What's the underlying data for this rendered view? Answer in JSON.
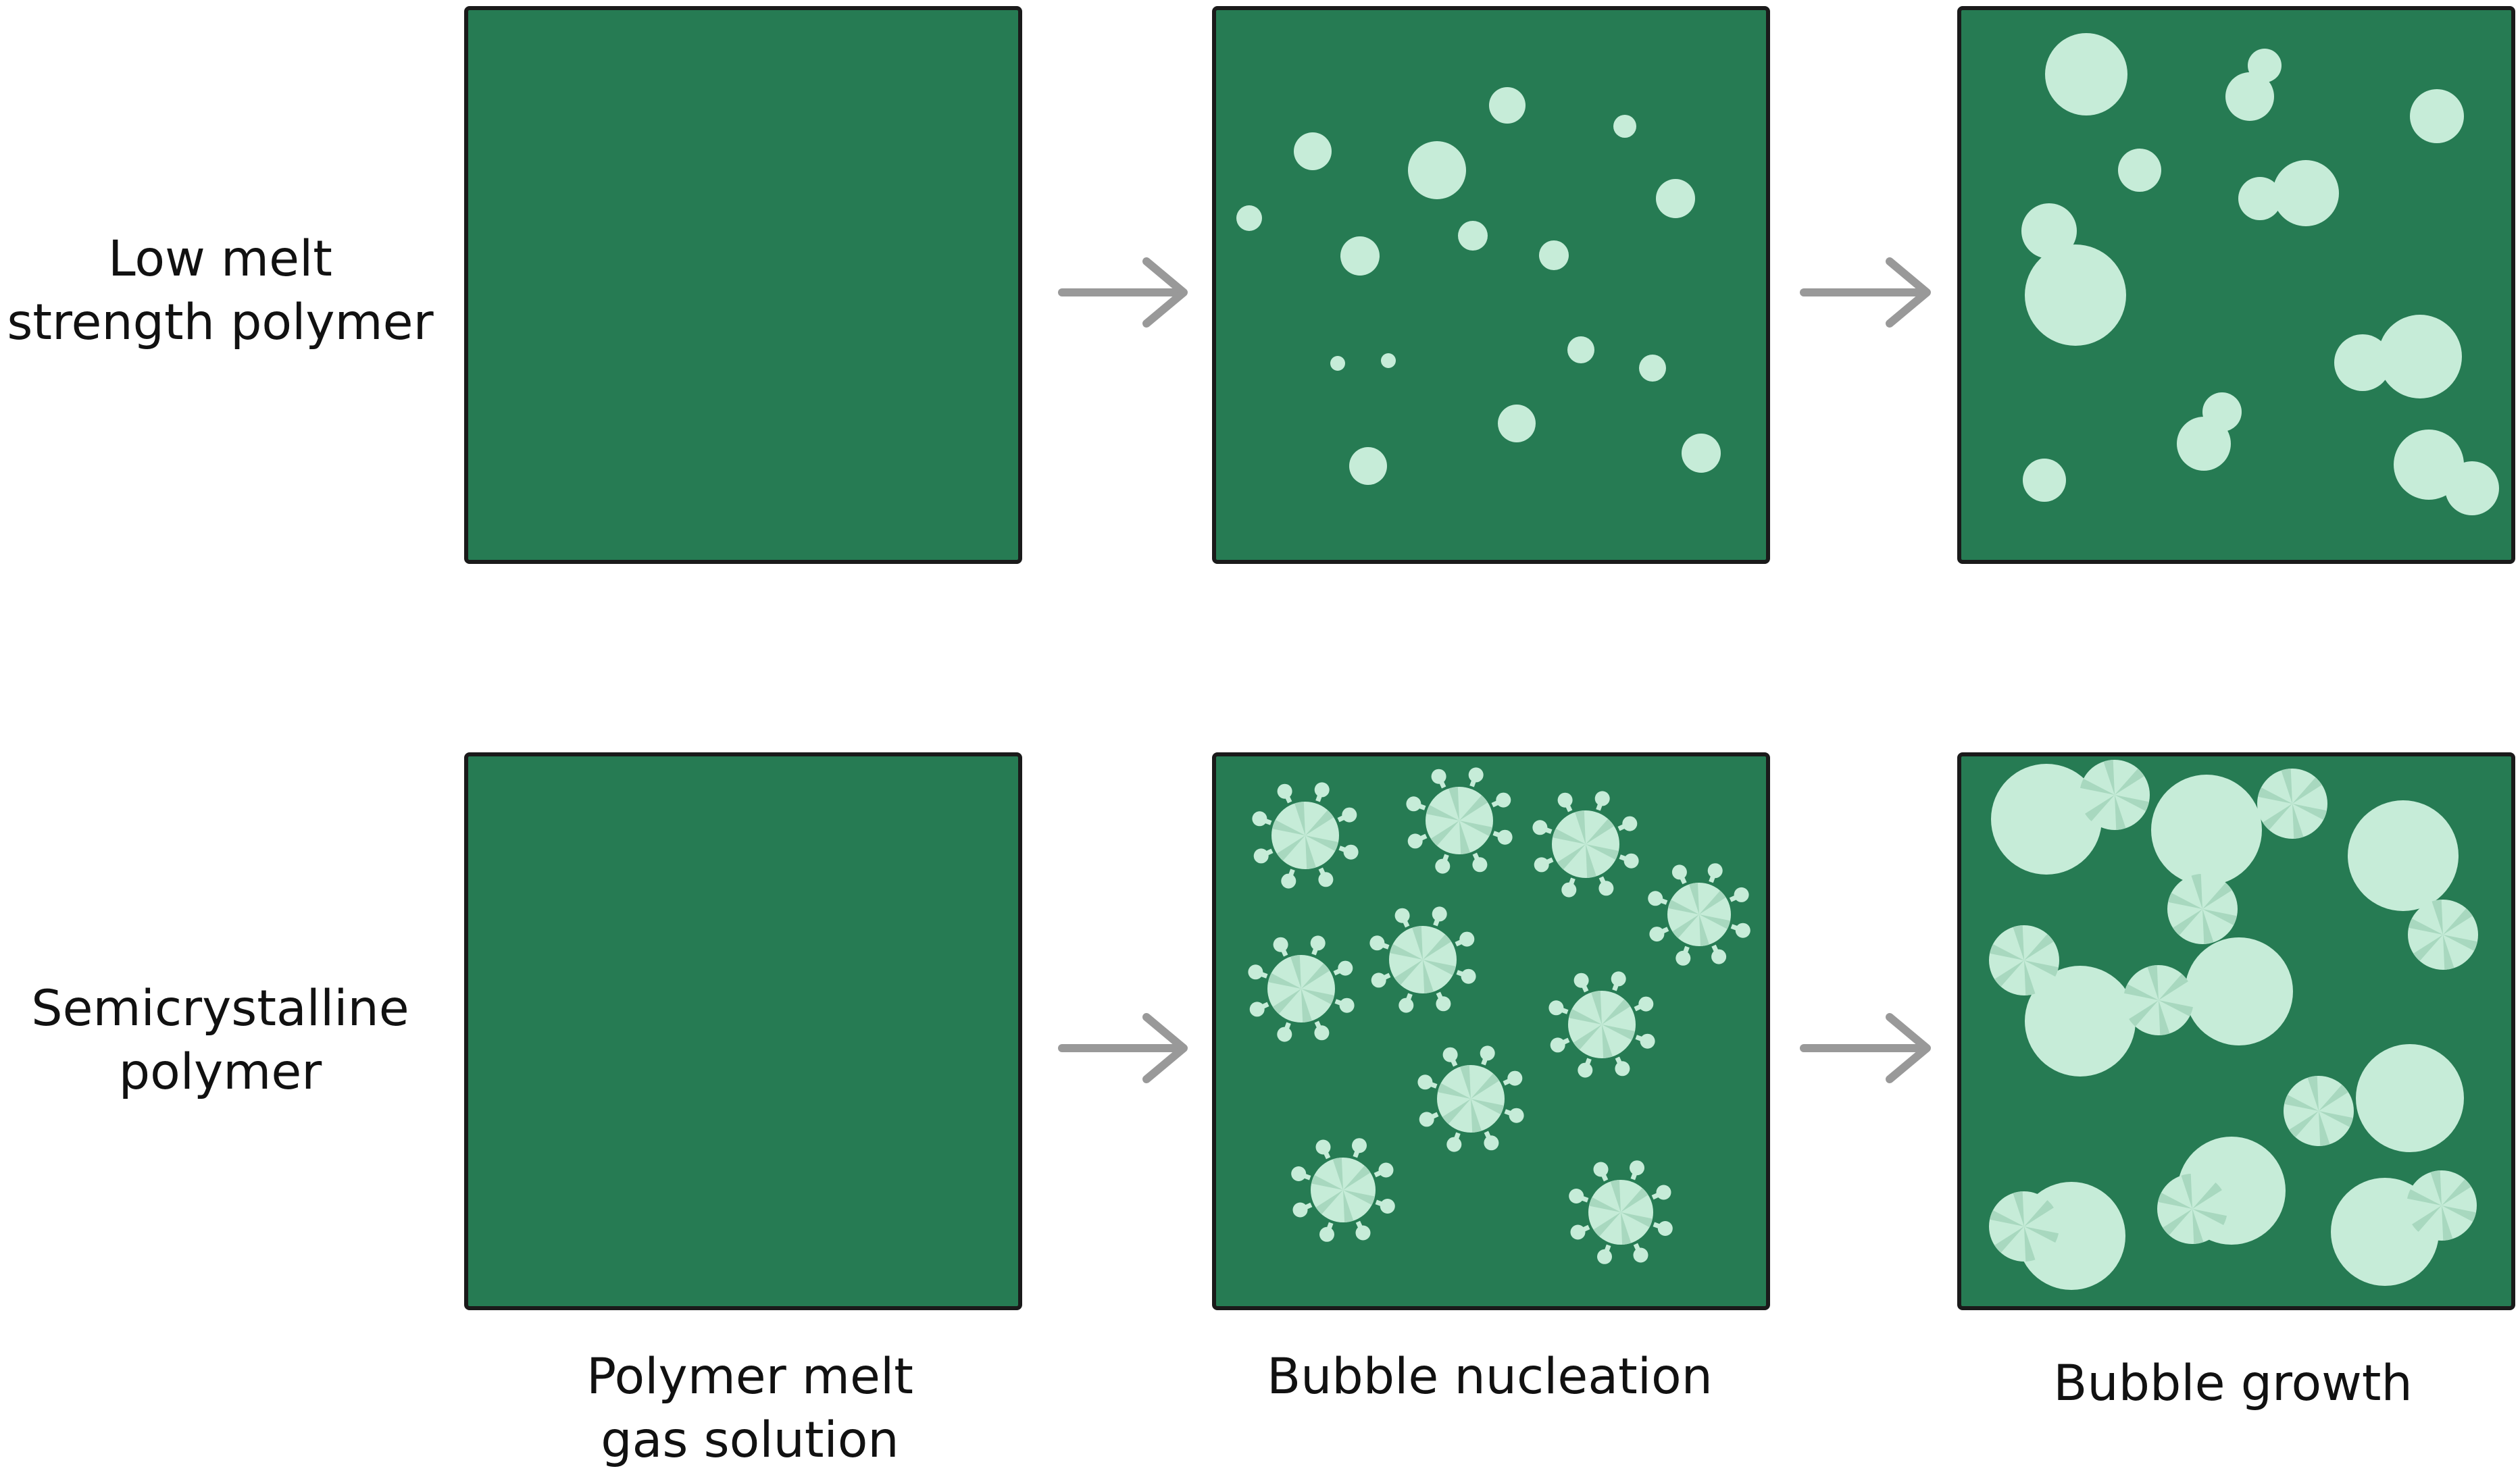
{
  "rows": [
    {
      "label_lines": [
        "Low melt",
        "strength polymer"
      ]
    },
    {
      "label_lines": [
        "Semicrystalline",
        "polymer"
      ]
    }
  ],
  "columns": [
    {
      "label_lines": [
        "Polymer melt",
        "gas solution"
      ]
    },
    {
      "label_lines": [
        "Bubble nucleation"
      ]
    },
    {
      "label_lines": [
        "Bubble growth"
      ]
    }
  ],
  "colors": {
    "panel_fill": "#267b53",
    "panel_border": "#1a1a1a",
    "bubble": "#c6ecd8",
    "bubble_segment": "#a8d8bf",
    "arrow": "#999999"
  },
  "icons": [
    "arrow-right-icon",
    "bubble-icon",
    "spherulite-bubble-icon"
  ]
}
